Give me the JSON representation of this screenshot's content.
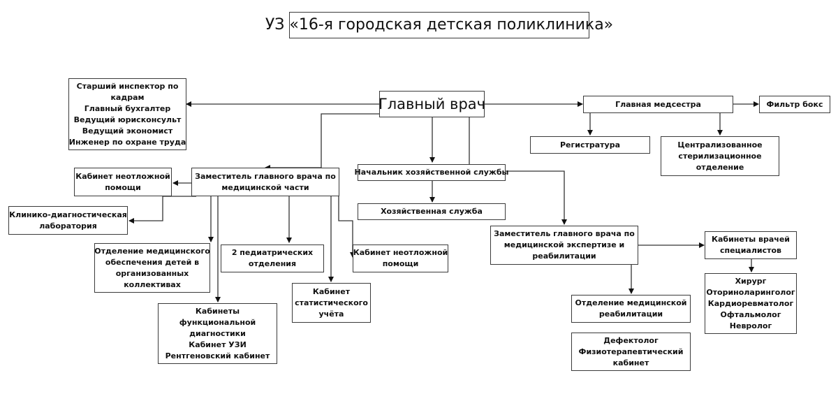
{
  "title": "УЗ «16-я городская детская поликлиника»",
  "nodes": {
    "chief": [
      "Главный врач"
    ],
    "admin_staff": [
      "Старший инспектор по",
      "кадрам",
      "Главный бухгалтер",
      "Ведущий юрисконсульт",
      "Ведущий экономист",
      "Инженер по охране труда"
    ],
    "head_nurse": [
      "Главная медсестра"
    ],
    "filter_box": [
      "Фильтр бокс"
    ],
    "registry": [
      "Регистратура"
    ],
    "sterilization": [
      "Централизованное",
      "стерилизационное",
      "отделение"
    ],
    "deputy_medical": [
      "Заместитель главного врача по",
      "медицинской части"
    ],
    "emergency_left": [
      "Кабинет неотложной",
      "помощи"
    ],
    "clinical_lab": [
      "Клинико-диагностическая",
      "лаборатория"
    ],
    "household_head": [
      "Начальник хозяйственной службы"
    ],
    "household_service": [
      "Хозяйственная служба"
    ],
    "org_children": [
      "Отделение медицинского",
      "обеспечения детей в",
      "организованных",
      "коллективах"
    ],
    "pediatric": [
      "2 педиатрических",
      "отделения"
    ],
    "emergency_right": [
      "Кабинет неотложной",
      "помощи"
    ],
    "statistics": [
      "Кабинет",
      "статистического",
      "учёта"
    ],
    "functional_diag": [
      "Кабинеты",
      "функциональной",
      "диагностики",
      "Кабинет УЗИ",
      "Рентгеновский кабинет"
    ],
    "deputy_expertise": [
      "Заместитель главного врача по",
      "медицинской экспертизе и",
      "реабилитации"
    ],
    "specialists": [
      "Кабинеты врачей",
      "специалистов"
    ],
    "specialist_list": [
      "Хирург",
      "Оториноларинголог",
      "Кардиоревматолог",
      "Офтальмолог",
      "Невролог"
    ],
    "rehab_dept": [
      "Отделение медицинской",
      "реабилитации"
    ],
    "defectologist": [
      "Дефектолог",
      "Физиотерапевтический",
      "кабинет"
    ]
  }
}
